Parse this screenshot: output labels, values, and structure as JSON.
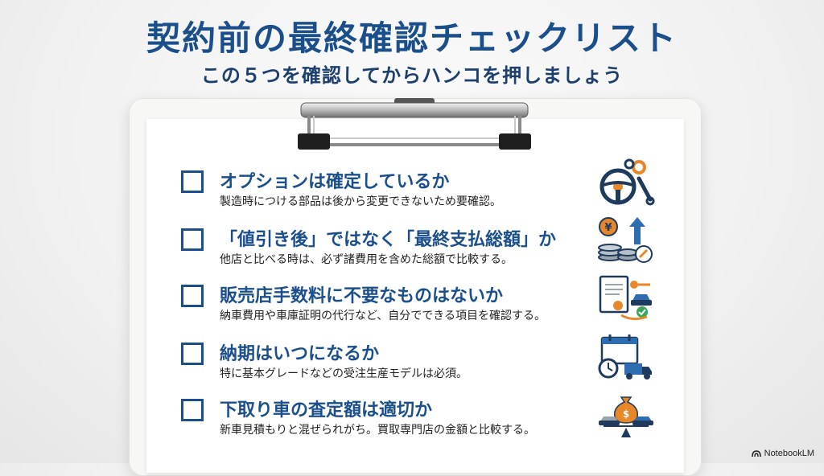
{
  "header": {
    "title": "契約前の最終確認チェックリスト",
    "subtitle": "この５つを確認してからハンコを押しましょう"
  },
  "items": [
    {
      "title": "オプションは確定しているか",
      "description": "製造時につける部品は後から変更できないため要確認。",
      "icon": "steering-wheel-gear-wrench-icon"
    },
    {
      "title": "「値引き後」ではなく「最終支払総額」か",
      "description": "他店と比べる時は、必ず諸費用を含めた総額で比較する。",
      "icon": "yen-coins-arrow-icon"
    },
    {
      "title": "販売店手数料に不要なものはないか",
      "description": "納車費用や車庫証明の代行など、自分でできる項目を確認する。",
      "icon": "document-stamp-car-icon"
    },
    {
      "title": "納期はいつになるか",
      "description": "特に基本グレードなどの受注生産モデルは必須。",
      "icon": "calendar-clock-truck-icon"
    },
    {
      "title": "下取り車の査定額は適切か",
      "description": "新車見積もりと混ぜられがち。買取専門店の金額と比較する。",
      "icon": "money-bag-scale-cars-icon"
    }
  ],
  "brand": {
    "label": "NotebookLM"
  },
  "colors": {
    "accent": "#1a4f8c",
    "icon_orange": "#e8872a",
    "icon_navy": "#1e3a5c"
  }
}
